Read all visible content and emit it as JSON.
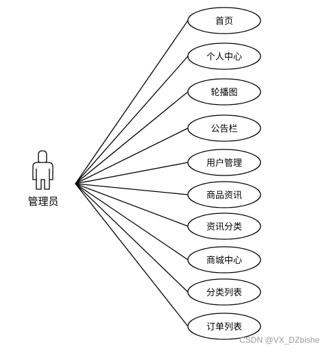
{
  "actor": {
    "label": "管理员"
  },
  "use_cases": [
    {
      "label": "首页"
    },
    {
      "label": "个人中心"
    },
    {
      "label": "轮播图"
    },
    {
      "label": "公告栏"
    },
    {
      "label": "用户管理"
    },
    {
      "label": "商品资讯"
    },
    {
      "label": "资讯分类"
    },
    {
      "label": "商城中心"
    },
    {
      "label": "分类列表"
    },
    {
      "label": "订单列表"
    }
  ],
  "watermark": "CSDN @VX_DZbishe"
}
